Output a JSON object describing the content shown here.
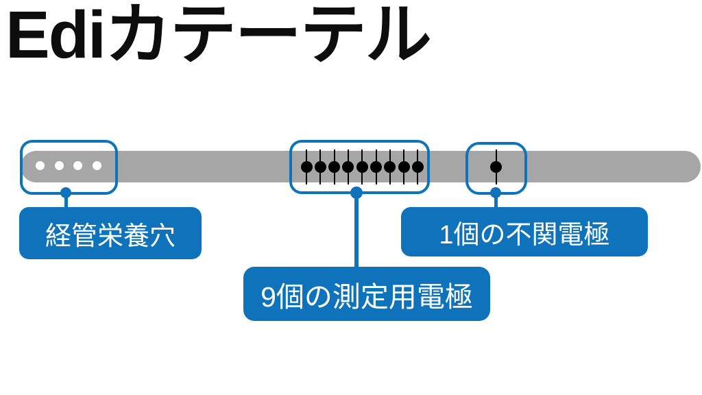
{
  "title": "Ediカテーテル",
  "colors": {
    "accent_blue": "#0e73ba",
    "catheter_gray": "#a6a6a6",
    "electrode_black": "#000000"
  },
  "catheter": {
    "feeding_holes": {
      "count": 4,
      "label": "経管栄養穴"
    },
    "measuring_electrodes": {
      "count": 9,
      "label": "9個の測定用電極"
    },
    "reference_electrode": {
      "count": 1,
      "label": "1個の不関電極"
    }
  }
}
